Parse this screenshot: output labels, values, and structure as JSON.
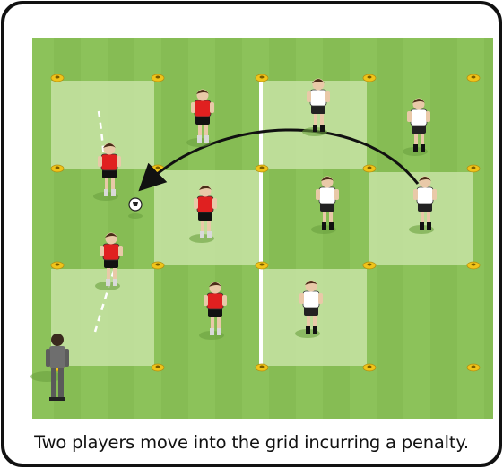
{
  "caption": "Two players move into the grid incurring a penalty.",
  "colors": {
    "field": "#8cc25a",
    "field_dark": "#7fb84e",
    "zone_light": "#c7e3a5",
    "cone": "#f0c419",
    "red_team": "#e02020",
    "white_team": "#ffffff",
    "frame_border": "#111111",
    "coach": "#6e6e6e"
  },
  "icons": [
    "cone-icon",
    "ball-icon",
    "player-icon",
    "coach-icon",
    "arrow-icon"
  ],
  "players": [
    {
      "team": "red",
      "label": "red-player-1"
    },
    {
      "team": "red",
      "label": "red-player-2"
    },
    {
      "team": "red",
      "label": "red-player-3"
    },
    {
      "team": "red",
      "label": "red-player-4"
    },
    {
      "team": "red",
      "label": "red-player-5"
    },
    {
      "team": "white",
      "label": "white-player-1"
    },
    {
      "team": "white",
      "label": "white-player-2"
    },
    {
      "team": "white",
      "label": "white-player-3"
    },
    {
      "team": "white",
      "label": "white-player-4"
    },
    {
      "team": "white",
      "label": "white-player-5"
    }
  ]
}
